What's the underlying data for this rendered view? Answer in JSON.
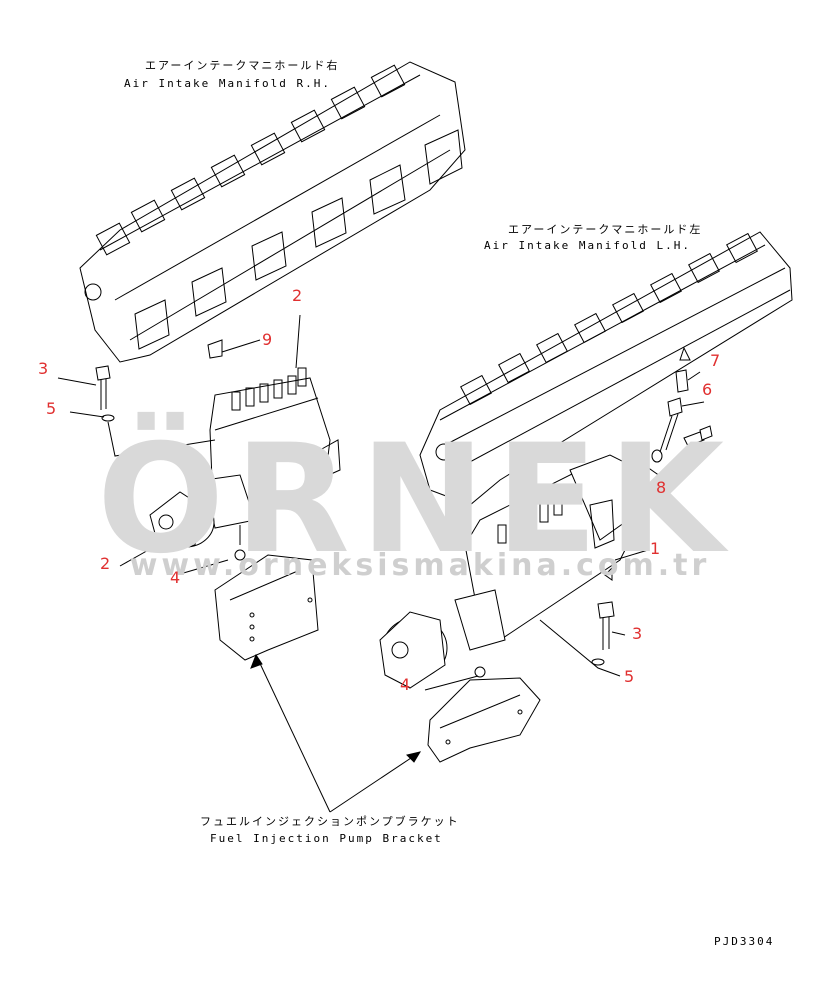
{
  "watermark": {
    "brand": "ÖRNEK",
    "url": "www.orneksismakina.com.tr"
  },
  "labels": {
    "manifold_rh_jp": "エアーインテークマニホールド右",
    "manifold_rh_en": "Air Intake Manifold R.H.",
    "manifold_lh_jp": "エアーインテークマニホールド左",
    "manifold_lh_en": "Air Intake Manifold L.H.",
    "bracket_jp": "フュエルインジェクションポンプブラケット",
    "bracket_en": "Fuel Injection Pump Bracket",
    "drawing_code": "PJD3304"
  },
  "callouts": {
    "c1": "1",
    "c2a": "2",
    "c2b": "2",
    "c3a": "3",
    "c3b": "3",
    "c4a": "4",
    "c4b": "4",
    "c5a": "5",
    "c5b": "5",
    "c6": "6",
    "c7": "7",
    "c8": "8",
    "c9": "9"
  }
}
